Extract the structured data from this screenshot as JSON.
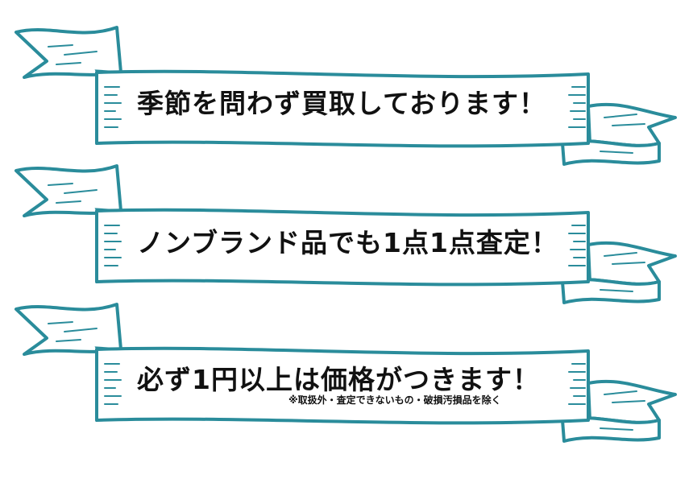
{
  "colors": {
    "ribbon_stroke": "#2a8c9b",
    "ribbon_fill": "#ffffff",
    "text": "#111111"
  },
  "banners": [
    {
      "text": "季節を問わず買取しております！"
    },
    {
      "text": "ノンブランド品でも1点1点査定！"
    },
    {
      "text": "必ず1円以上は価格がつきます！",
      "note": "※取扱外・査定できないもの・破損汚損品を除く"
    }
  ]
}
